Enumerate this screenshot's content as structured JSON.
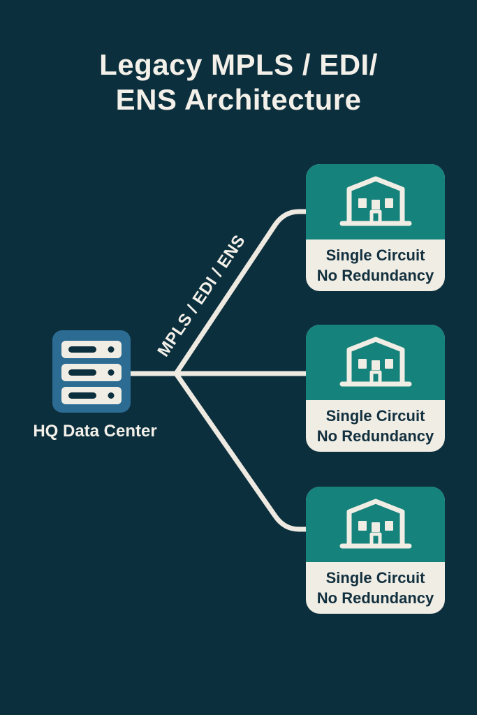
{
  "title": {
    "line1": "Legacy MPLS / EDI/",
    "line2": "ENS Architecture"
  },
  "hq": {
    "label": "HQ Data Center",
    "icon": "server-icon"
  },
  "link": {
    "label": "MPLS / EDI / ENS"
  },
  "branches": [
    {
      "line1": "Single Circuit",
      "line2": "No Redundancy",
      "icon": "building-icon"
    },
    {
      "line1": "Single Circuit",
      "line2": "No Redundancy",
      "icon": "building-icon"
    },
    {
      "line1": "Single Circuit",
      "line2": "No Redundancy",
      "icon": "building-icon"
    }
  ],
  "colors": {
    "background": "#0c2f3d",
    "card_teal": "#15827b",
    "card_cream": "#f0ede5",
    "server_blue": "#2c6b92",
    "line_white": "#eeeae1",
    "text_light": "#f3f0e9",
    "text_dark": "#12303e"
  }
}
